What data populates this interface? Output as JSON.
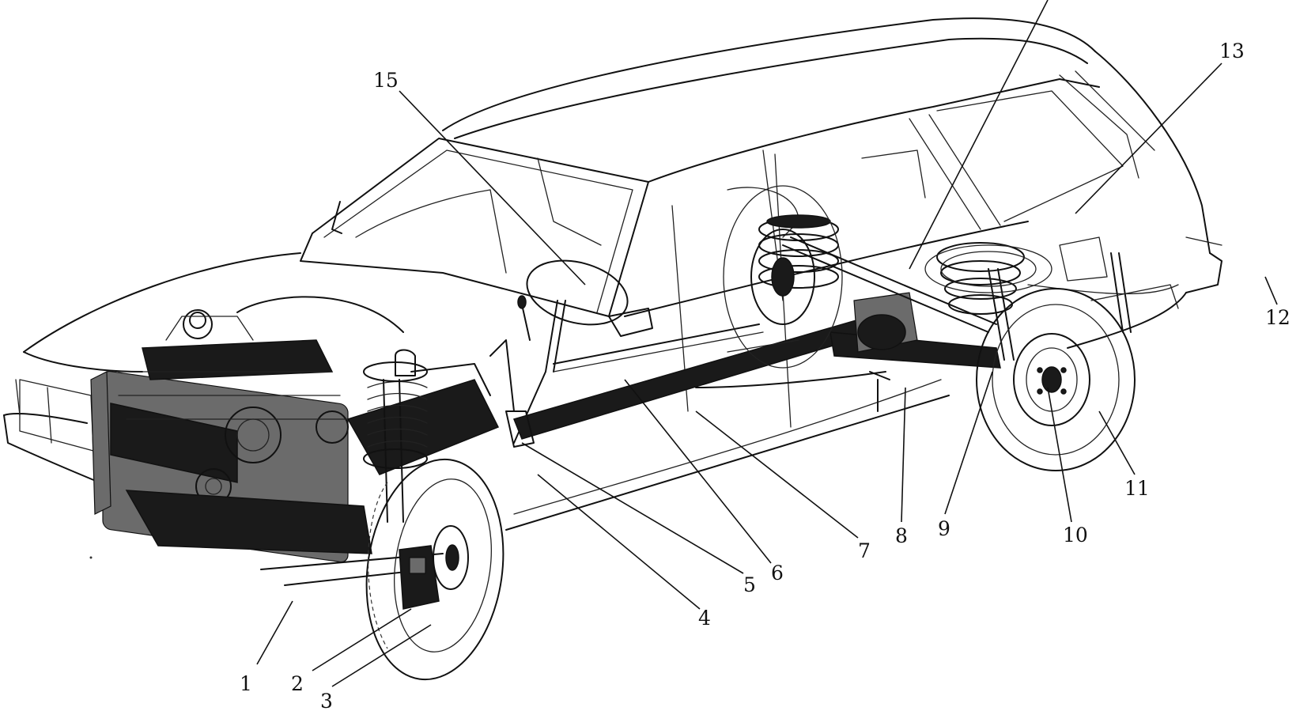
{
  "callouts": [
    {
      "id": "1",
      "label": "1"
    },
    {
      "id": "2",
      "label": "2"
    },
    {
      "id": "3",
      "label": "3"
    },
    {
      "id": "4",
      "label": "4"
    },
    {
      "id": "5",
      "label": "5"
    },
    {
      "id": "6",
      "label": "6"
    },
    {
      "id": "7",
      "label": "7"
    },
    {
      "id": "8",
      "label": "8"
    },
    {
      "id": "9",
      "label": "9"
    },
    {
      "id": "10",
      "label": "10"
    },
    {
      "id": "11",
      "label": "11"
    },
    {
      "id": "12",
      "label": "12"
    },
    {
      "id": "13",
      "label": "13"
    },
    {
      "id": "15",
      "label": "15"
    }
  ],
  "colors": {
    "ink": "#111111",
    "background": "#ffffff"
  }
}
